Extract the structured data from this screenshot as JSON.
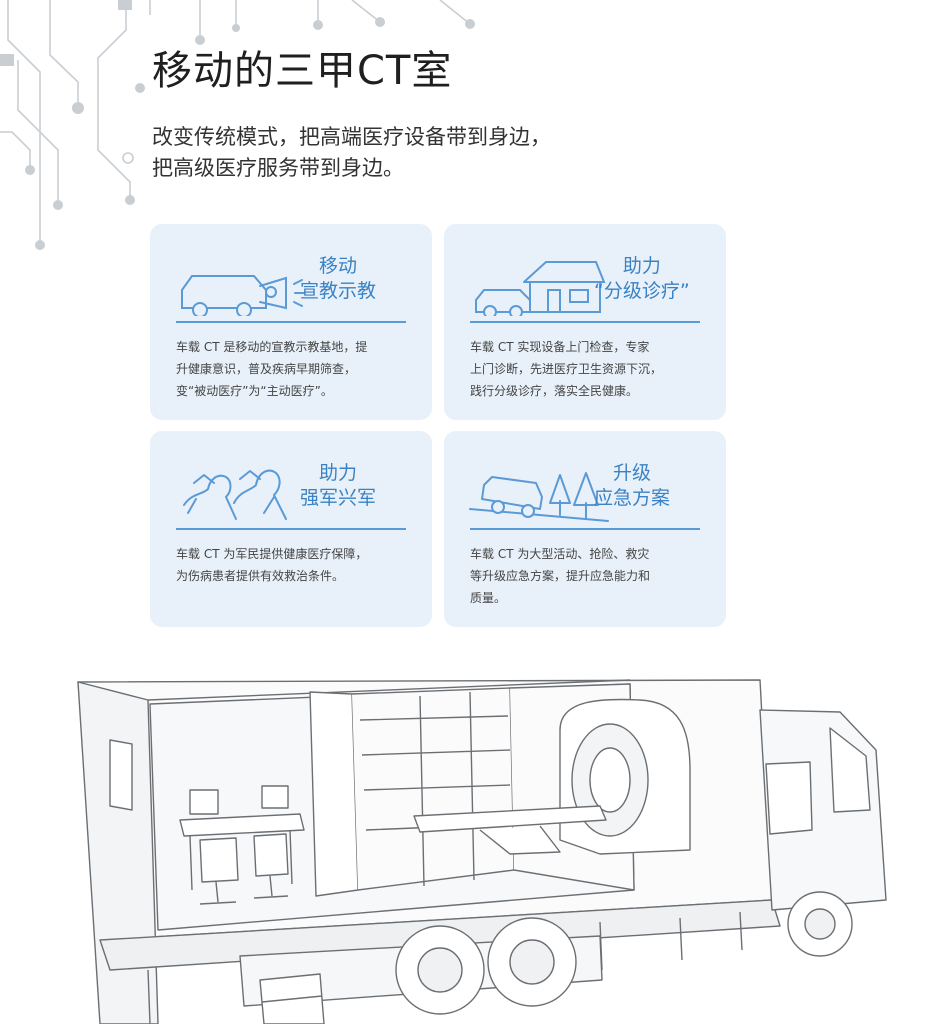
{
  "page": {
    "title": "移动的三甲CT室",
    "subtitle_line1": "改变传统模式，把高端医疗设备带到身边，",
    "subtitle_line2": "把高级医疗服务带到身边。"
  },
  "cards": [
    {
      "icon": "mobile-van-megaphone-icon",
      "head_line1": "移动",
      "head_line2": "宣教示教",
      "body_line1": "车载 CT 是移动的宣教示教基地，提",
      "body_line2": "升健康意识，普及疾病早期筛查，",
      "body_line3": "变“被动医疗”为“主动医疗”。"
    },
    {
      "icon": "van-and-house-icon",
      "head_line1": "助力",
      "head_line2": "“分级诊疗”",
      "body_line1": "车载 CT 实现设备上门检查，专家",
      "body_line2": "上门诊断，先进医疗卫生资源下沉，",
      "body_line3": "践行分级诊疗，落实全民健康。"
    },
    {
      "icon": "saluting-soldiers-icon",
      "head_line1": "助力",
      "head_line2": "强军兴军",
      "body_line1": "车载 CT 为军民提供健康医疗保障，",
      "body_line2": "为伤病患者提供有效救治条件。",
      "body_line3": ""
    },
    {
      "icon": "truck-on-hill-with-trees-icon",
      "head_line1": "升级",
      "head_line2": "应急方案",
      "body_line1": "车载 CT 为大型活动、抢险、救灾",
      "body_line2": "等升级应急方案，提升应急能力和",
      "body_line3": "质量。"
    }
  ],
  "illustration": {
    "icon": "mobile-ct-truck-cutaway-illustration"
  },
  "colors": {
    "accent": "#3b82c4",
    "card_bg": "#e8f1fa",
    "rule": "#5a9ad6",
    "circuit": "#c9ced3"
  }
}
